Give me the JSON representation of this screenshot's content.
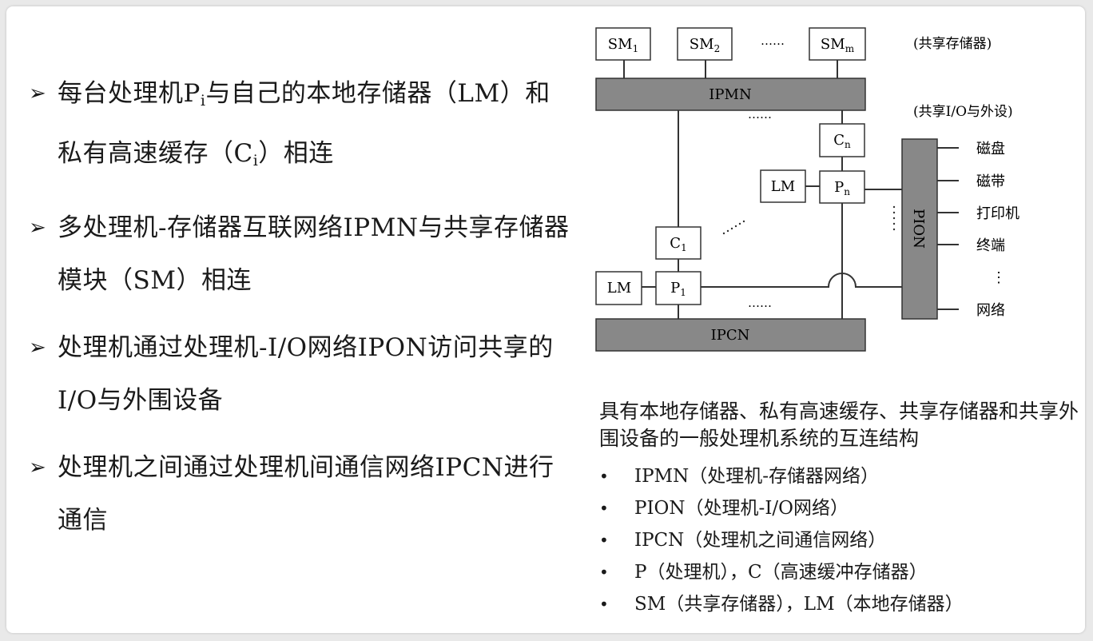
{
  "bullets": [
    {
      "pre": "每台处理机P",
      "sub": "i",
      "post": "与自己的本地存储器（LM）和私有高速缓存（C",
      "sub2": "i",
      "post2": "）相连"
    },
    {
      "pre": "多处理机-存储器互联网络IPMN与共享存储器模块（SM）相连"
    },
    {
      "pre": "处理机通过处理机-I/O网络IPON访问共享的I/O与外围设备"
    },
    {
      "pre": "处理机之间通过处理机间通信网络IPCN进行通信"
    }
  ],
  "diagram": {
    "sm_boxes": [
      {
        "base": "SM",
        "sub": "1"
      },
      {
        "base": "SM",
        "sub": "2"
      },
      {
        "base": "SM",
        "sub": "m"
      }
    ],
    "ellipsis": "……",
    "shared_memory_label": "(共享存储器)",
    "shared_io_label": "(共享I/O与外设)",
    "ipmn": "IPMN",
    "ipcn": "IPCN",
    "pion": "PION",
    "lm": "LM",
    "cache_1": {
      "base": "C",
      "sub": "1"
    },
    "cache_n": {
      "base": "C",
      "sub": "n"
    },
    "proc_1": {
      "base": "P",
      "sub": "1"
    },
    "proc_n": {
      "base": "P",
      "sub": "n"
    },
    "devices": [
      "磁盘",
      "磁带",
      "打印机",
      "终端",
      "⋮",
      "网络"
    ],
    "colors": {
      "bus_fill": "#888888",
      "stroke": "#333333"
    }
  },
  "caption": "具有本地存储器、私有高速缓存、共享存储器和共享外围设备的一般处理机系统的互连结构",
  "legend": [
    "IPMN（处理机-存储器网络）",
    "PION（处理机-I/O网络）",
    "IPCN（处理机之间通信网络）",
    "P（处理机），C（高速缓冲存储器）",
    "SM（共享存储器），LM（本地存储器）"
  ]
}
